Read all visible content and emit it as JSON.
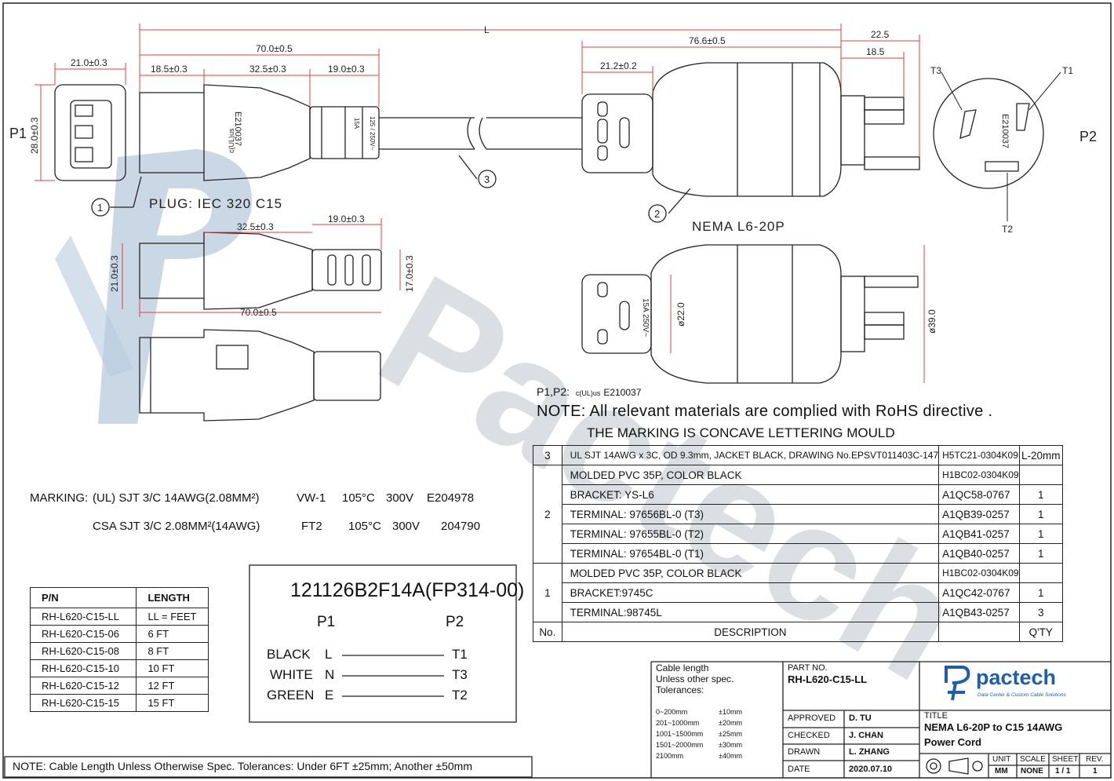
{
  "p1_label": "P1",
  "p2_label": "P2",
  "dims": {
    "L": "L",
    "d70": "70.0±0.5",
    "d18_5": "18.5±0.3",
    "d32_5": "32.5±0.3",
    "d19": "19.0±0.3",
    "d21": "21.0±0.3",
    "d28": "28.0±0.3",
    "d76_6": "76.6±0.5",
    "d21_2": "21.2±0.2",
    "d22_5": "22.5",
    "d18_5b": "18.5",
    "d32_5b": "32.5±0.3",
    "d19b": "19.0±0.3",
    "d21v": "21.0±0.3",
    "d17v": "17.0±0.3",
    "d70b": "70.0±0.5",
    "phi22": "ø22.0",
    "phi39": "ø39.0"
  },
  "terminals": {
    "t1": "T1",
    "t2": "T2",
    "t3": "T3"
  },
  "callouts": {
    "c1": "1",
    "c2": "2",
    "c3": "3"
  },
  "connector_text": {
    "c15_cert": "E210037",
    "c15_rating1": "15A",
    "c15_rating2": "125 / 250V~",
    "l6_rating": "15A 250V~",
    "face_cert": "E210037",
    "ul_mark": "c(UL)us"
  },
  "plug1_label": "PLUG: IEC 320 C15",
  "plug2_label": "NEMA L6-20P",
  "notes": {
    "p1p2": "P1,P2:",
    "p1p2_cert": "E210037",
    "rohs": "NOTE: All relevant materials are complied with RoHS directive .",
    "marking_concave": "THE MARKING IS CONCAVE LETTERING MOULD"
  },
  "marking": {
    "label": "MARKING:",
    "line1": [
      "(UL) SJT  3/C 14AWG(2.08MM²)",
      "VW-1",
      "105°C",
      "300V",
      "E204978"
    ],
    "line2": [
      "CSA  SJT 3/C  2.08MM²(14AWG)",
      "FT2",
      "105°C",
      "300V",
      "204790"
    ]
  },
  "pn_table": {
    "headers": [
      "P/N",
      "LENGTH"
    ],
    "rows": [
      [
        "RH-L620-C15-LL",
        "LL = FEET"
      ],
      [
        "RH-L620-C15-06",
        "6 FT"
      ],
      [
        "RH-L620-C15-08",
        "8 FT"
      ],
      [
        "RH-L620-C15-10",
        "10 FT"
      ],
      [
        "RH-L620-C15-12",
        "12 FT"
      ],
      [
        "RH-L620-C15-15",
        "15 FT"
      ]
    ]
  },
  "wiring": {
    "code": "121126B2F14A(FP314-00)",
    "p1": "P1",
    "p2": "P2",
    "rows": [
      {
        "color": "BLACK",
        "from": "L",
        "to": "T1"
      },
      {
        "color": "WHITE",
        "from": "N",
        "to": "T3"
      },
      {
        "color": "GREEN",
        "from": "E",
        "to": "T2"
      }
    ]
  },
  "bom": {
    "rows": [
      {
        "no": "3",
        "desc": "UL SJT 14AWG x 3C, OD 9.3mm, JACKET BLACK, DRAWING No.EPSVT011403C-147",
        "code": "H5TC21-0304K09",
        "qty": "L-20mm"
      },
      {
        "no": "",
        "desc": "MOLDED PVC 35P, COLOR BLACK",
        "code": "H1BC02-0304K09",
        "qty": ""
      },
      {
        "no": "",
        "desc": "BRACKET: YS-L6",
        "code": "A1QC58-0767",
        "qty": "1"
      },
      {
        "no": "2",
        "desc": "TERMINAL: 97656BL-0 (T3)",
        "code": "A1QB39-0257",
        "qty": "1"
      },
      {
        "no": "",
        "desc": "TERMINAL: 97655BL-0 (T2)",
        "code": "A1QB41-0257",
        "qty": "1"
      },
      {
        "no": "",
        "desc": "TERMINAL: 97654BL-0 (T1)",
        "code": "A1QB40-0257",
        "qty": "1"
      },
      {
        "no": "",
        "desc": "MOLDED PVC 35P, COLOR BLACK",
        "code": "H1BC02-0304K09",
        "qty": ""
      },
      {
        "no": "1",
        "desc": "BRACKET:9745C",
        "code": "A1QC42-0767",
        "qty": "1"
      },
      {
        "no": "",
        "desc": "TERMINAL:98745L",
        "code": "A1QB43-0257",
        "qty": "3"
      }
    ],
    "footer": {
      "no": "No.",
      "desc": "DESCRIPTION",
      "qty": "Q'TY"
    }
  },
  "title_block": {
    "tol_title": "Cable length",
    "tol_sub1": "Unless other spec.",
    "tol_sub2": "Tolerances:",
    "tolerances": [
      [
        "0~200mm",
        "±10mm"
      ],
      [
        "201~1000mm",
        "±20mm"
      ],
      [
        "1001~1500mm",
        "±25mm"
      ],
      [
        "1501~2000mm",
        "±30mm"
      ],
      [
        "2100mm",
        "±40mm"
      ]
    ],
    "part_no_label": "PART NO.",
    "part_no": "RH-L620-C15-LL",
    "approved_label": "APPROVED",
    "approved": "D. TU",
    "checked_label": "CHECKED",
    "checked": "J. CHAN",
    "drawn_label": "DRAWN",
    "drawn": "L. ZHANG",
    "date_label": "DATE",
    "date": "2020.07.10",
    "logo_text": "pactech",
    "logo_tagline": "Data Center & Custom Cable Solutions",
    "title_label": "TITLE",
    "title_line1": "NEMA L6-20P to C15 14AWG",
    "title_line2": "Power Cord",
    "unit_label": "UNIT",
    "unit": "MM",
    "scale_label": "SCALE",
    "scale": "NONE",
    "sheet_label": "SHEET",
    "sheet": "1 / 1",
    "rev_label": "REV.",
    "rev": "1"
  },
  "bottom_note": "NOTE: Cable Length Unless Otherwise Spec. Tolerances: Under 6FT ±25mm;  Another ±50mm",
  "watermark": "Pactech",
  "colors": {
    "line": "#222222",
    "dim": "#d94040",
    "watermark": "#c8d2de",
    "brand": "#1f5fa8"
  }
}
